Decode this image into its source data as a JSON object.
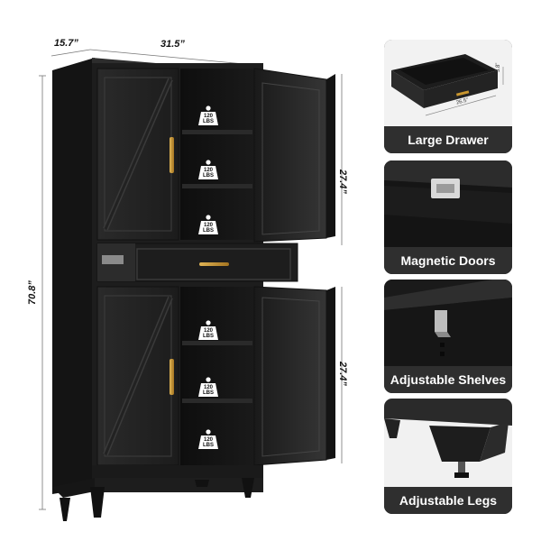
{
  "dimensions": {
    "depth": "15.7”",
    "width": "31.5”",
    "height_total": "70.8”",
    "upper_door_height": "27.4”",
    "lower_door_height": "27.4”"
  },
  "shelf_capacity": {
    "value": "120",
    "unit": "LBS"
  },
  "drawer_dims": {
    "width": "26.5”",
    "height": "3.8”"
  },
  "features": [
    {
      "label": "Large Drawer",
      "icon": "drawer-photo"
    },
    {
      "label": "Magnetic Doors",
      "icon": "magnetic-latch-photo"
    },
    {
      "label": "Adjustable Shelves",
      "icon": "shelf-clip-photo"
    },
    {
      "label": "Adjustable Legs",
      "icon": "leveling-leg-photo"
    }
  ],
  "colors": {
    "cabinet": "#1e1e1e",
    "handle": "#c9962e",
    "label_bg": "#2f2f2f"
  }
}
